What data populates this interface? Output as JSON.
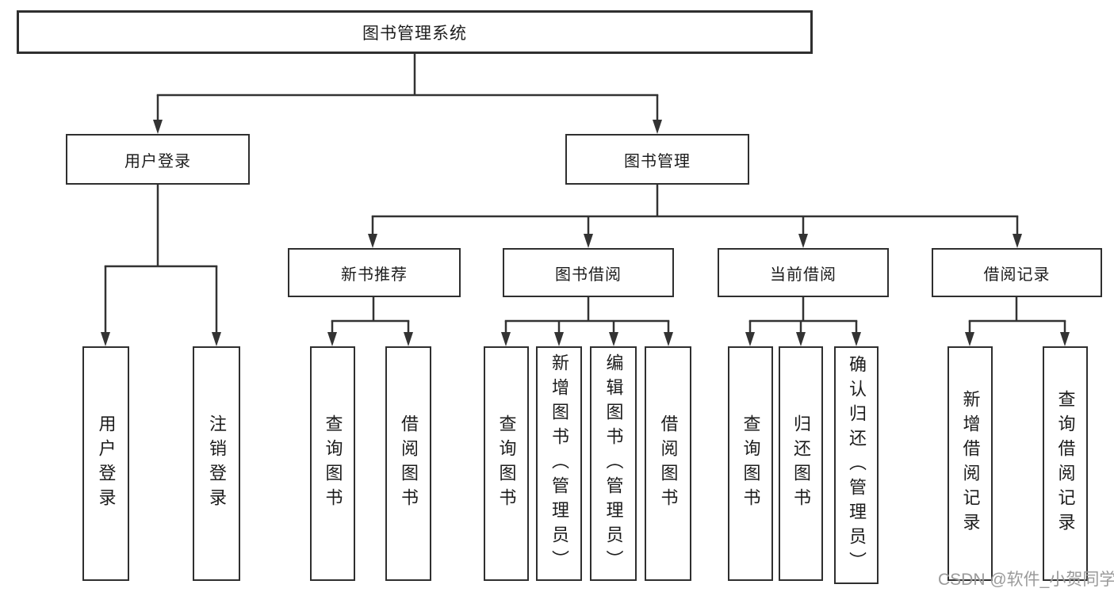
{
  "diagram": {
    "root": {
      "label": "图书管理系统"
    },
    "branches": [
      {
        "label": "用户登录"
      },
      {
        "label": "图书管理"
      }
    ],
    "sections": [
      {
        "label": "新书推荐"
      },
      {
        "label": "图书借阅"
      },
      {
        "label": "当前借阅"
      },
      {
        "label": "借阅记录"
      }
    ],
    "leaves": [
      {
        "label": "用户登录"
      },
      {
        "label": "注销登录"
      },
      {
        "label": "查询图书"
      },
      {
        "label": "借阅图书"
      },
      {
        "label": "查询图书"
      },
      {
        "label": "新增图书（管理员）"
      },
      {
        "label": "编辑图书（管理员）"
      },
      {
        "label": "借阅图书"
      },
      {
        "label": "查询图书"
      },
      {
        "label": "归还图书"
      },
      {
        "label": "确认归还（管理员）"
      },
      {
        "label": "新增借阅记录"
      },
      {
        "label": "查询借阅记录"
      }
    ]
  },
  "watermark": {
    "text": "CSDN @软件_小贺同学"
  },
  "colors": {
    "line": "#333333",
    "box_border": "#2f2f2f",
    "text": "#1c1c1c",
    "watermark": "#919191"
  }
}
